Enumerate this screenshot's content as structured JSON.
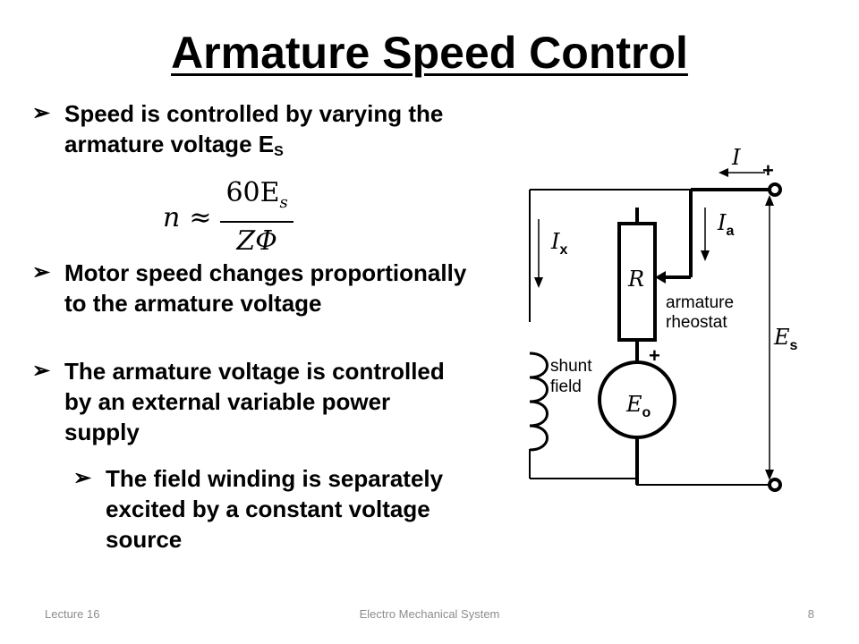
{
  "slide": {
    "title": "Armature Speed Control",
    "bullets": [
      {
        "text": "Speed is controlled by varying the armature voltage E",
        "subscript": "S"
      },
      {
        "text": "Motor speed changes proportionally to the armature voltage"
      },
      {
        "text": "The armature voltage is controlled by an external variable power supply"
      },
      {
        "text": "The field winding is separately excited by a constant voltage source"
      }
    ],
    "bullet_symbol": "➢",
    "formula": {
      "lhs": "n",
      "approx": "≈",
      "numerator": "60E",
      "numerator_sub": "s",
      "denominator": "ZΦ"
    }
  },
  "circuit": {
    "current_label": "I",
    "field_current_label": "I",
    "field_current_sub": "x",
    "armature_current_label": "I",
    "armature_current_sub": "a",
    "resistor_label": "R",
    "rheostat_label_line1": "armature",
    "rheostat_label_line2": "rheostat",
    "shunt_label_line1": "shunt",
    "shunt_label_line2": "field",
    "source_label": "E",
    "source_sub": "o",
    "supply_label": "E",
    "supply_sub": "s",
    "plus_sign": "+"
  },
  "footer": {
    "left": "Lecture 16",
    "center": "Electro Mechanical System",
    "page_number": "8"
  }
}
